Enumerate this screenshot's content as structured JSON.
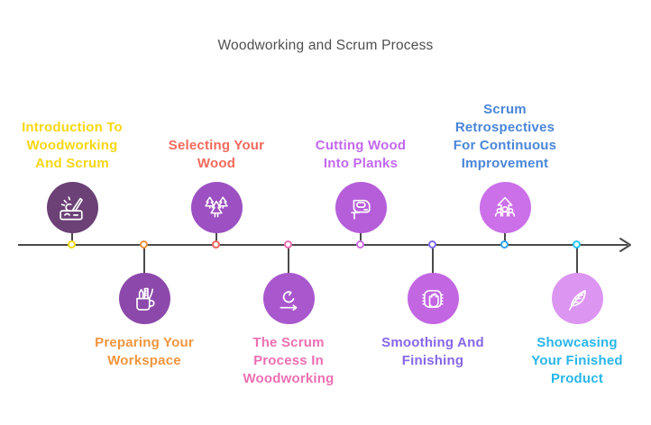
{
  "title": "Woodworking and Scrum Process",
  "timeline": {
    "line_color": "#4a4a4a",
    "arrow": "right-arrow"
  },
  "milestones": [
    {
      "label": "Introduction To\nWoodworking\nAnd Scrum",
      "side": "top",
      "icon": "wood-carving-icon",
      "text_color": "#f6d713",
      "circle_color": "#6b4176",
      "dot_color": "#f2d713"
    },
    {
      "label": "Preparing Your\nWorkspace",
      "side": "bottom",
      "icon": "workspace-tools-icon",
      "text_color": "#f0953f",
      "circle_color": "#8c49ab",
      "dot_color": "#f0913f"
    },
    {
      "label": "Selecting Your\nWood",
      "side": "top",
      "icon": "pine-trees-icon",
      "text_color": "#f2695c",
      "circle_color": "#9c50c1",
      "dot_color": "#ed685c"
    },
    {
      "label": "The Scrum\nProcess In\nWoodworking",
      "side": "bottom",
      "icon": "scrum-loop-icon",
      "text_color": "#ee6fb3",
      "circle_color": "#a957cd",
      "dot_color": "#ee6fb3"
    },
    {
      "label": "Cutting Wood\nInto Planks",
      "side": "top",
      "icon": "jigsaw-icon",
      "text_color": "#c269f0",
      "circle_color": "#b65ed9",
      "dot_color": "#cf6ee8"
    },
    {
      "label": "Smoothing And\nFinishing",
      "side": "bottom",
      "icon": "sanding-hand-icon",
      "text_color": "#8766e8",
      "circle_color": "#c266e2",
      "dot_color": "#7e6ceb"
    },
    {
      "label": "Scrum\nRetrospectives\nFor Continuous\nImprovement",
      "side": "top",
      "icon": "team-improvement-icon",
      "text_color": "#4a86d8",
      "circle_color": "#cb70e9",
      "dot_color": "#35a2f1"
    },
    {
      "label": "Showcasing\nYour Finished\nProduct",
      "side": "bottom",
      "icon": "feather-icon",
      "text_color": "#29b6e8",
      "circle_color": "#dc95f1",
      "dot_color": "#27c5f5"
    }
  ]
}
